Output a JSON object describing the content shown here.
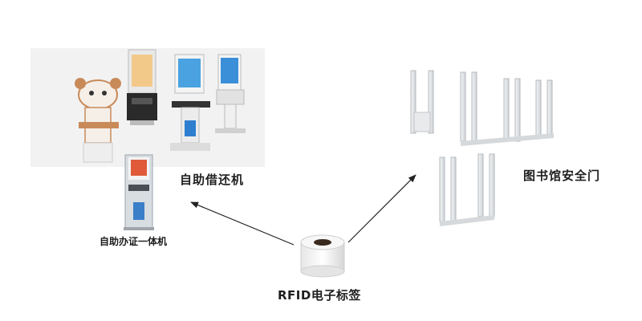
{
  "labels": {
    "self_service_kiosk": "自助借还机",
    "library_security_gate": "图书馆安全门",
    "self_service_id_kiosk": "自助办证一体机",
    "rfid_tag": "RFID电子标签"
  },
  "colors": {
    "arrow": "#222222",
    "gate_frame": "#d9dde0",
    "kiosk_body": "#e8e8e8",
    "kiosk_accent": "#2f7fd0",
    "mascot": "#c98a5a"
  }
}
